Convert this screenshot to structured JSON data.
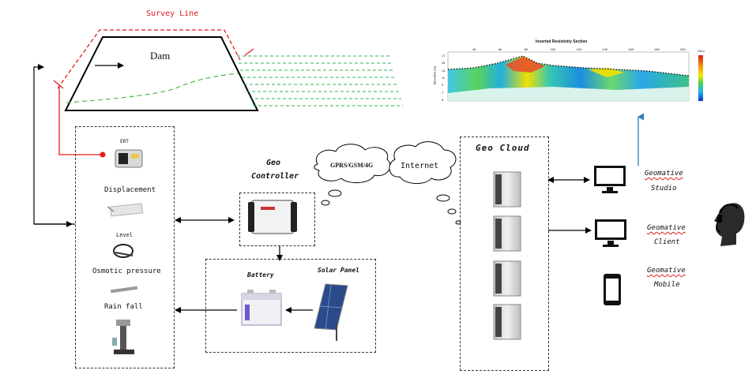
{
  "survey_line": "Survey Line",
  "dam": "Dam",
  "resistivity": {
    "title": "Inverted Resistivity Section",
    "x_ticks": [
      "40",
      "60",
      "80",
      "100",
      "120",
      "140",
      "160",
      "180",
      "200"
    ],
    "y_ticks": [
      "17",
      "15",
      "13",
      "11",
      "9",
      "7",
      "5"
    ],
    "y_axis": "Elevation (m)",
    "colorbar_unit": "Ohm"
  },
  "sensors": {
    "ert": "ERT",
    "displacement": "Displacement",
    "level": "Level",
    "osmotic": "Osmotic pressure",
    "rainfall": "Rain fall"
  },
  "geo_controller": {
    "line1": "Geo",
    "line2": "Controller"
  },
  "power": {
    "battery": "Battery",
    "solar": "Solar Panel"
  },
  "network": {
    "gprs": "GPRS/GSM/4G",
    "internet": "Internet"
  },
  "geo_cloud": "Geo Cloud",
  "clients": [
    {
      "line1": "Geomative",
      "line2": "Studio"
    },
    {
      "line1": "Geomative",
      "line2": "Client"
    },
    {
      "line1": "Geomative",
      "line2": "Mobile"
    }
  ],
  "colors": {
    "red": "#e21b1b",
    "green": "#2eb35a",
    "blue": "#2c7fb8",
    "line": "#000000"
  }
}
